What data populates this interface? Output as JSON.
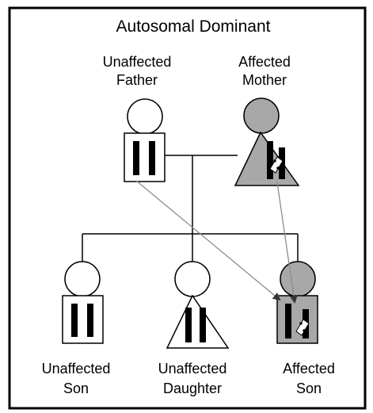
{
  "title": "Autosomal Dominant",
  "father": {
    "line1": "Unaffected",
    "line2": "Father"
  },
  "mother": {
    "line1": "Affected",
    "line2": "Mother"
  },
  "son1": {
    "line1": "Unaffected",
    "line2": "Son"
  },
  "daughter": {
    "line1": "Unaffected",
    "line2": "Daughter"
  },
  "son2": {
    "line1": "Affected",
    "line2": "Son"
  },
  "colors": {
    "affected": "#a8a8a8",
    "unaffected": "#ffffff",
    "arrow": "#8c8c8c",
    "chromosome": "#000000"
  }
}
